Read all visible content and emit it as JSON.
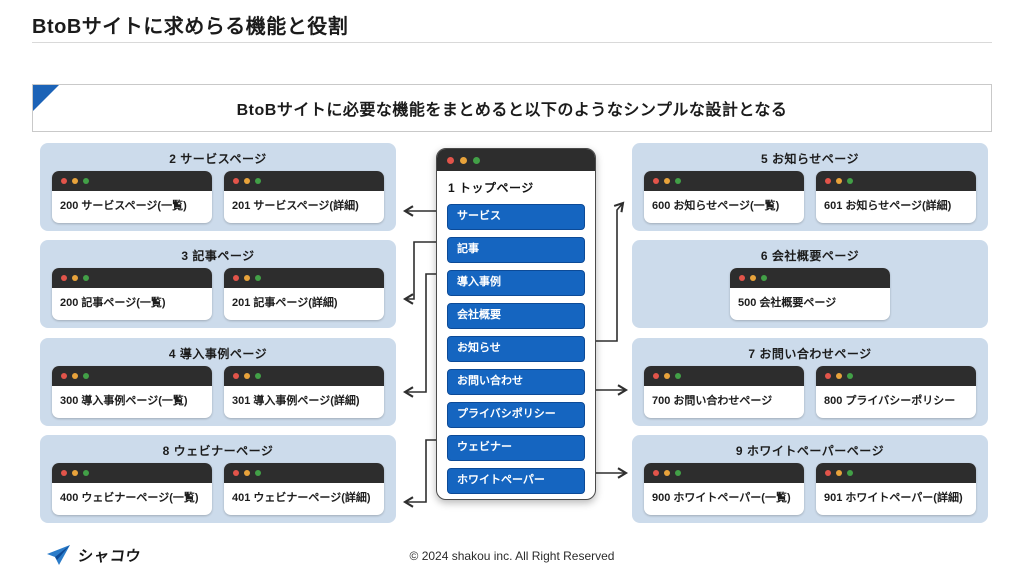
{
  "header": {
    "title": "BtoBサイトに求めらる機能と役割"
  },
  "banner": {
    "text": "BtoBサイトに必要な機能をまとめると以下のようなシンプルな設計となる"
  },
  "center_menu": {
    "title": "1 トップページ",
    "items": [
      "サービス",
      "記事",
      "導入事例",
      "会社概要",
      "お知らせ",
      "お問い合わせ",
      "プライバシポリシー",
      "ウェビナー",
      "ホワイトペーパー"
    ]
  },
  "groups_left": [
    {
      "title": "2 サービスページ",
      "boxes": [
        "200 サービスページ(一覧)",
        "201 サービスページ(詳細)"
      ]
    },
    {
      "title": "3 記事ページ",
      "boxes": [
        "200 記事ページ(一覧)",
        "201 記事ページ(詳細)"
      ]
    },
    {
      "title": "4 導入事例ページ",
      "boxes": [
        "300 導入事例ページ(一覧)",
        "301 導入事例ページ(詳細)"
      ]
    },
    {
      "title": "8 ウェビナーページ",
      "boxes": [
        "400 ウェビナーページ(一覧)",
        "401 ウェビナーページ(詳細)"
      ]
    }
  ],
  "groups_right": [
    {
      "title": "5 お知らせページ",
      "boxes": [
        "600 お知らせページ(一覧)",
        "601 お知らせページ(詳細)"
      ]
    },
    {
      "title": "6 会社概要ページ",
      "boxes": [
        "500 会社概要ページ"
      ]
    },
    {
      "title": "7 お問い合わせページ",
      "boxes": [
        "700 お問い合わせページ",
        "800 プライバシーポリシー"
      ]
    },
    {
      "title": "9 ホワイトペーパーページ",
      "boxes": [
        "900 ホワイトペーパー(一覧)",
        "901 ホワイトペーパー(詳細)"
      ]
    }
  ],
  "footer": {
    "logo_text": "シャコウ",
    "copyright": "© 2024 shakou inc. All Right Reserved"
  },
  "colors": {
    "accent_blue": "#1565c0",
    "button_border_blue": "#0c4a97",
    "panel_blue": "#ccdbeb",
    "window_dark": "#2d2d2d",
    "corner_triangle_blue": "#1c63b7",
    "traffic_red": "#e2544a",
    "traffic_yellow": "#e8a33b",
    "traffic_green": "#42a047"
  }
}
